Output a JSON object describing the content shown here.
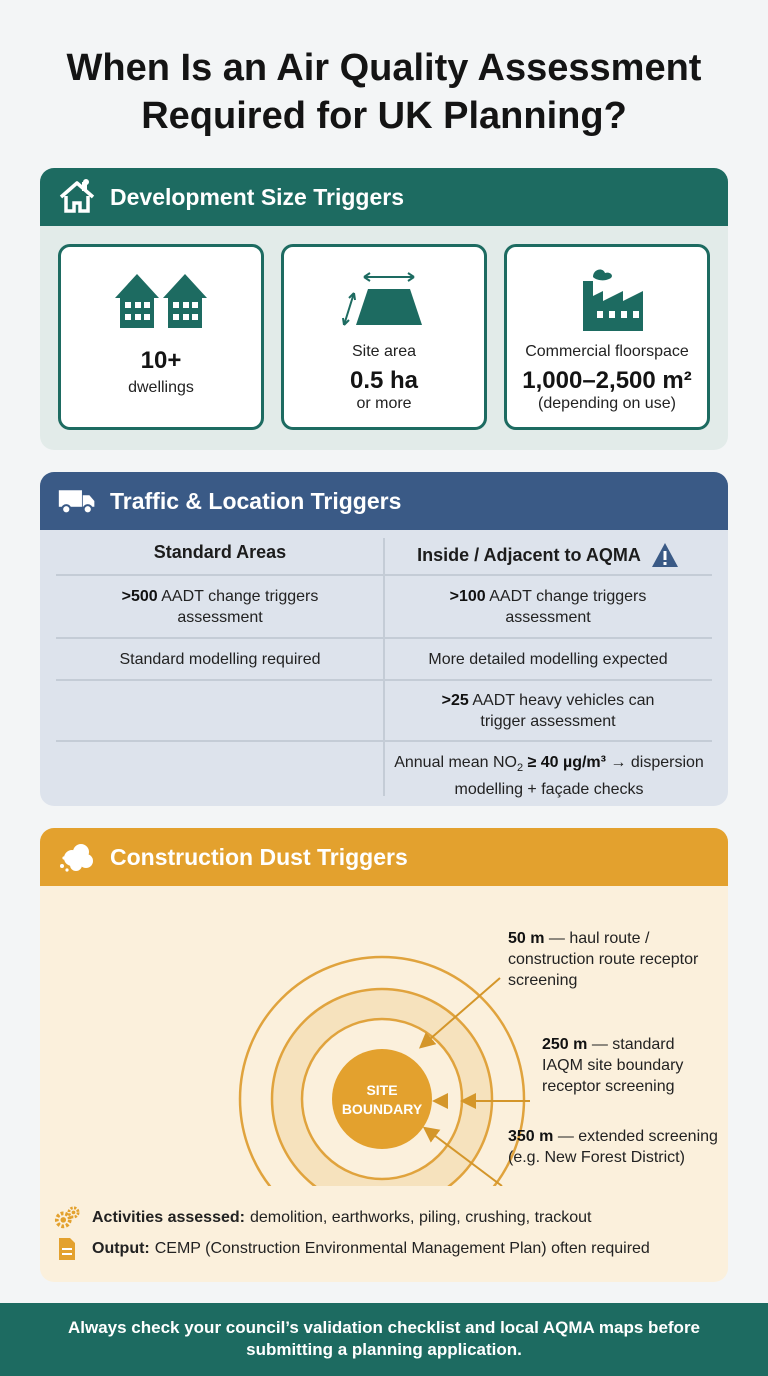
{
  "title": {
    "line1": "When Is an Air Quality Assessment",
    "line2": "Required for UK Planning?"
  },
  "development": {
    "heading": "Development Size Triggers",
    "cards": [
      {
        "top": "",
        "big": "10+",
        "bottom": "dwellings"
      },
      {
        "top": "Site area",
        "big": "0.5 ha",
        "bottom": "or more"
      },
      {
        "top": "Commercial floorspace",
        "big": "1,000–2,500 m²",
        "bottom": "(depending on use)"
      }
    ]
  },
  "traffic": {
    "heading": "Traffic & Location Triggers",
    "col_standard": "Standard Areas",
    "col_aqma": "Inside / Adjacent to AQMA",
    "rows": [
      {
        "std_bold": ">500",
        "std_rest": " AADT change triggers assessment",
        "aqma_bold": ">100",
        "aqma_rest": " AADT change triggers assessment"
      },
      {
        "std_text": "Standard modelling required",
        "aqma_text": "More detailed modelling expected"
      },
      {
        "aqma_bold": ">25",
        "aqma_rest": " AADT heavy vehicles can trigger assessment"
      },
      {
        "aqma_pre": "Annual mean NO",
        "aqma_sub": "2",
        "aqma_bold": " ≥ 40 µg/m³",
        "aqma_rest": " → dispersion modelling + façade checks"
      }
    ]
  },
  "dust": {
    "heading": "Construction Dust Triggers",
    "site_line1": "SITE",
    "site_line2": "BOUNDARY",
    "callouts": [
      {
        "bold": "50 m",
        "text": " — haul route / construction route receptor screening"
      },
      {
        "bold": "250 m",
        "text": " — standard IAQM site boundary receptor screening"
      },
      {
        "bold": "350 m",
        "text": " — extended screening (e.g. New Forest District)"
      }
    ],
    "activities_label": "Activities assessed:",
    "activities_text": "demolition, earthworks, piling, crushing, trackout",
    "output_label": "Output:",
    "output_text": "CEMP (Construction Environmental Management Plan) often required"
  },
  "footer": "Always check your council’s validation checklist and local AQMA maps before submitting a planning application.",
  "colors": {
    "teal": "#1d6b61",
    "blue": "#3a5a86",
    "amber": "#e3a12e"
  },
  "icons": [
    "house-icon",
    "houses-icon",
    "site-area-icon",
    "factory-icon",
    "truck-icon",
    "warning-icon",
    "dust-cloud-icon",
    "gears-icon",
    "document-icon"
  ]
}
